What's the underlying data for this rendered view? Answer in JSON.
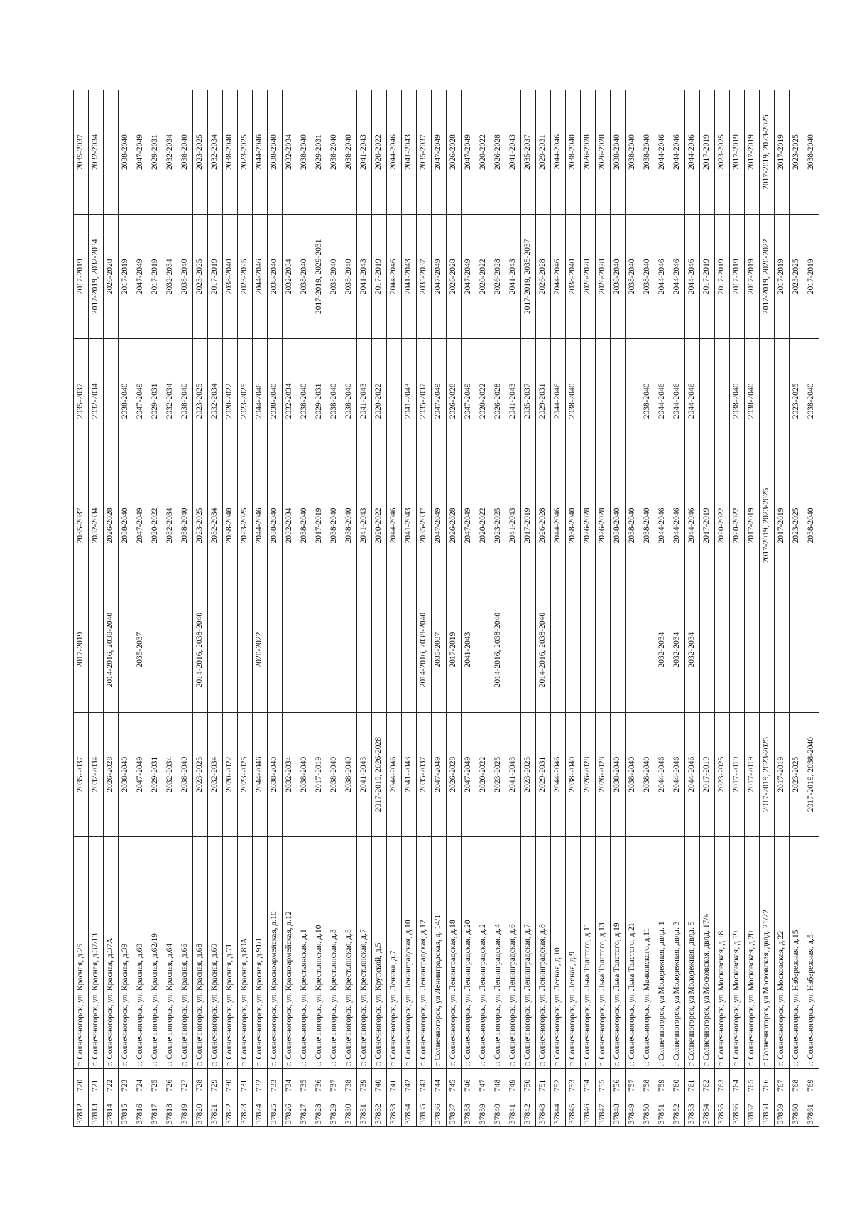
{
  "rows": [
    [
      "37812",
      "720",
      "г. Солнечногорск, ул. Красная, д.25",
      "2035-2037",
      "2017-2019",
      "2035-2037",
      "2035-2037",
      "2017-2019",
      "2035-2037"
    ],
    [
      "37813",
      "721",
      "г. Солнечногорск, ул. Красная, д.37/13",
      "2032-2034",
      "",
      "2032-2034",
      "2032-2034",
      "2017-2019, 2032-2034",
      "2032-2034"
    ],
    [
      "37814",
      "722",
      "г. Солнечногорск, ул. Красная, д.37А",
      "2026-2028",
      "2014-2016, 2038-2040",
      "2026-2028",
      "",
      "2026-2028",
      ""
    ],
    [
      "37815",
      "723",
      "г. Солнечногорск, ул. Красная, д.39",
      "2038-2040",
      "",
      "2038-2040",
      "2038-2040",
      "2017-2019",
      "2038-2040"
    ],
    [
      "37816",
      "724",
      "г. Солнечногорск, ул. Красная, д.60",
      "2047-2049",
      "2035-2037",
      "2047-2049",
      "2047-2049",
      "2047-2049",
      "2047-2049"
    ],
    [
      "37817",
      "725",
      "г. Солнечногорск, ул. Красная, д.62/19",
      "2029-2031",
      "",
      "2020-2022",
      "2029-2031",
      "2017-2019",
      "2029-2031"
    ],
    [
      "37818",
      "726",
      "г. Солнечногорск, ул. Красная, д.64",
      "2032-2034",
      "",
      "2032-2034",
      "2032-2034",
      "2032-2034",
      "2032-2034"
    ],
    [
      "37819",
      "727",
      "г. Солнечногорск, ул. Красная, д.66",
      "2038-2040",
      "",
      "2038-2040",
      "2038-2040",
      "2038-2040",
      "2038-2040"
    ],
    [
      "37820",
      "728",
      "г. Солнечногорск, ул. Красная, д.68",
      "2023-2025",
      "2014-2016, 2038-2040",
      "2023-2025",
      "2023-2025",
      "2023-2025",
      "2023-2025"
    ],
    [
      "37821",
      "729",
      "г. Солнечногорск, ул. Красная, д.69",
      "2032-2034",
      "",
      "2032-2034",
      "2032-2034",
      "2017-2019",
      "2032-2034"
    ],
    [
      "37822",
      "730",
      "г. Солнечногорск, ул. Красная, д.71",
      "2020-2022",
      "",
      "2038-2040",
      "2020-2022",
      "2038-2040",
      "2038-2040"
    ],
    [
      "37823",
      "731",
      "г. Солнечногорск, ул. Красная, д.89А",
      "2023-2025",
      "",
      "2023-2025",
      "2023-2025",
      "2023-2025",
      "2023-2025"
    ],
    [
      "37824",
      "732",
      "г. Солнечногорск, ул. Красная, д.91/1",
      "2044-2046",
      "2020-2022",
      "2044-2046",
      "2044-2046",
      "2044-2046",
      "2044-2046"
    ],
    [
      "37825",
      "733",
      "г. Солнечногорск, ул. Красноармейская, д.10",
      "2038-2040",
      "",
      "2038-2040",
      "2038-2040",
      "2038-2040",
      "2038-2040"
    ],
    [
      "37826",
      "734",
      "г. Солнечногорск, ул. Красноармейская, д.12",
      "2032-2034",
      "",
      "2032-2034",
      "2032-2034",
      "2032-2034",
      "2032-2034"
    ],
    [
      "37827",
      "735",
      "г. Солнечногорск, ул. Крестьянская, д.1",
      "2038-2040",
      "",
      "2038-2040",
      "2038-2040",
      "2038-2040",
      "2038-2040"
    ],
    [
      "37828",
      "736",
      "г. Солнечногорск, ул. Крестьянская, д.10",
      "2017-2019",
      "",
      "2017-2019",
      "2029-2031",
      "2017-2019, 2029-2031",
      "2029-2031"
    ],
    [
      "37829",
      "737",
      "г. Солнечногорск, ул. Крестьянская, д.3",
      "2038-2040",
      "",
      "2038-2040",
      "2038-2040",
      "2038-2040",
      "2038-2040"
    ],
    [
      "37830",
      "738",
      "г. Солнечногорск, ул. Крестьянская, д.5",
      "2038-2040",
      "",
      "2038-2040",
      "2038-2040",
      "2038-2040",
      "2038-2040"
    ],
    [
      "37831",
      "739",
      "г. Солнечногорск, ул. Крестьянская, д.7",
      "2041-2043",
      "",
      "2041-2043",
      "2041-2043",
      "2041-2043",
      "2041-2043"
    ],
    [
      "37832",
      "740",
      "г. Солнечногорск, ул. Крупской, д.5",
      "2017-2019, 2026-2028",
      "",
      "2020-2022",
      "2020-2022",
      "2017-2019",
      "2020-2022"
    ],
    [
      "37833",
      "741",
      "г. Солнечногорск, ул. Ленина, д.7",
      "2044-2046",
      "",
      "2044-2046",
      "",
      "2044-2046",
      "2044-2046"
    ],
    [
      "37834",
      "742",
      "г. Солнечногорск, ул. Ленинградская, д.10",
      "2041-2043",
      "",
      "2041-2043",
      "2041-2043",
      "2041-2043",
      "2041-2043"
    ],
    [
      "37835",
      "743",
      "г. Солнечногорск, ул. Ленинградская, д.12",
      "2035-2037",
      "2014-2016, 2038-2040",
      "2035-2037",
      "2035-2037",
      "2035-2037",
      "2035-2037"
    ],
    [
      "37836",
      "744",
      "г Солнечногорск, ул Ленинградская, д. 14/1",
      "2047-2049",
      "2035-2037",
      "2047-2049",
      "2047-2049",
      "2047-2049",
      "2047-2049"
    ],
    [
      "37837",
      "745",
      "г. Солнечногорск, ул. Ленинградская, д.18",
      "2026-2028",
      "2017-2019",
      "2026-2028",
      "2026-2028",
      "2026-2028",
      "2026-2028"
    ],
    [
      "37838",
      "746",
      "г. Солнечногорск, ул. Ленинградская, д.20",
      "2047-2049",
      "2041-2043",
      "2047-2049",
      "2047-2049",
      "2047-2049",
      "2047-2049"
    ],
    [
      "37839",
      "747",
      "г. Солнечногорск, ул. Ленинградская, д.2",
      "2020-2022",
      "",
      "2020-2022",
      "2020-2022",
      "2020-2022",
      "2020-2022"
    ],
    [
      "37840",
      "748",
      "г. Солнечногорск, ул. Ленинградская, д.4",
      "2023-2025",
      "2014-2016, 2038-2040",
      "2023-2025",
      "2026-2028",
      "2026-2028",
      "2026-2028"
    ],
    [
      "37841",
      "749",
      "г. Солнечногорск, ул. Ленинградская, д.6",
      "2041-2043",
      "",
      "2041-2043",
      "2041-2043",
      "2041-2043",
      "2041-2043"
    ],
    [
      "37842",
      "750",
      "г. Солнечногорск, ул. Ленинградская, д.7",
      "2023-2025",
      "",
      "2017-2019",
      "2035-2037",
      "2017-2019, 2035-2037",
      "2035-2037"
    ],
    [
      "37843",
      "751",
      "г. Солнечногорск, ул. Ленинградская, д.8",
      "2029-2031",
      "2014-2016, 2038-2040",
      "2026-2028",
      "2029-2031",
      "2026-2028",
      "2029-2031"
    ],
    [
      "37844",
      "752",
      "г. Солнечногорск, ул. Лесная, д.10",
      "2044-2046",
      "",
      "2044-2046",
      "2044-2046",
      "2044-2046",
      "2044-2046"
    ],
    [
      "37845",
      "753",
      "г. Солнечногорск, ул. Лесная, д.9",
      "2038-2040",
      "",
      "2038-2040",
      "2038-2040",
      "2038-2040",
      "2038-2040"
    ],
    [
      "37846",
      "754",
      "г. Солнечногорск, ул. Льва Толстого, д.11",
      "2026-2028",
      "",
      "2026-2028",
      "",
      "2026-2028",
      "2026-2028"
    ],
    [
      "37847",
      "755",
      "г. Солнечногорск, ул. Льва Толстого, д.13",
      "2026-2028",
      "",
      "2026-2028",
      "",
      "2026-2028",
      "2026-2028"
    ],
    [
      "37848",
      "756",
      "г. Солнечногорск, ул. Льва Толстого, д.19",
      "2038-2040",
      "",
      "2038-2040",
      "",
      "2038-2040",
      "2038-2040"
    ],
    [
      "37849",
      "757",
      "г. Солнечногорск, ул. Льва Толстого, д.21",
      "2038-2040",
      "",
      "2038-2040",
      "",
      "2038-2040",
      "2038-2040"
    ],
    [
      "37850",
      "758",
      "г. Солнечногорск, ул. Маяковского, д.11",
      "2038-2040",
      "",
      "2038-2040",
      "2038-2040",
      "2038-2040",
      "2038-2040"
    ],
    [
      "37851",
      "759",
      "г Солнечногорск, ул Молодежная, двлд. 1",
      "2044-2046",
      "2032-2034",
      "2044-2046",
      "2044-2046",
      "2044-2046",
      "2044-2046"
    ],
    [
      "37852",
      "760",
      "г Солнечногорск, ул Молодежная, двлд. 3",
      "2044-2046",
      "2032-2034",
      "2044-2046",
      "2044-2046",
      "2044-2046",
      "2044-2046"
    ],
    [
      "37853",
      "761",
      "г Солнечногорск, ул Молодежная, двлд. 5",
      "2044-2046",
      "2032-2034",
      "2044-2046",
      "2044-2046",
      "2044-2046",
      "2044-2046"
    ],
    [
      "37854",
      "762",
      "г Солнечногорск, ул Московская, двлд. 17/4",
      "2017-2019",
      "",
      "2017-2019",
      "",
      "2017-2019",
      "2017-2019"
    ],
    [
      "37855",
      "763",
      "г. Солнечногорск, ул. Московская, д.18",
      "2023-2025",
      "",
      "2020-2022",
      "",
      "2017-2019",
      "2023-2025"
    ],
    [
      "37856",
      "764",
      "г. Солнечногорск, ул. Московская, д.19",
      "2017-2019",
      "",
      "2020-2022",
      "2038-2040",
      "2017-2019",
      "2017-2019"
    ],
    [
      "37857",
      "765",
      "г. Солнечногорск, ул. Московская, д.20",
      "2017-2019",
      "",
      "2017-2019",
      "2038-2040",
      "2017-2019",
      "2017-2019"
    ],
    [
      "37858",
      "766",
      "г Солнечногорск, ул Московская, двлд. 21/22",
      "2017-2019, 2023-2025",
      "",
      "2017-2019, 2023-2025",
      "",
      "2017-2019, 2020-2022",
      "2017-2019, 2023-2025"
    ],
    [
      "37859",
      "767",
      "г. Солнечногорск, ул. Московская, д.22",
      "2017-2019",
      "",
      "2017-2019",
      "",
      "2017-2019",
      "2017-2019"
    ],
    [
      "37860",
      "768",
      "г. Солнечногорск, ул. Набережная, д.15",
      "2023-2025",
      "",
      "2023-2025",
      "2023-2025",
      "2023-2025",
      "2023-2025"
    ],
    [
      "37861",
      "769",
      "г. Солнечногорск, ул. Набережная, д.5",
      "2017-2019, 2038-2040",
      "",
      "2038-2040",
      "2038-2040",
      "2017-2019",
      "2038-2040"
    ]
  ]
}
